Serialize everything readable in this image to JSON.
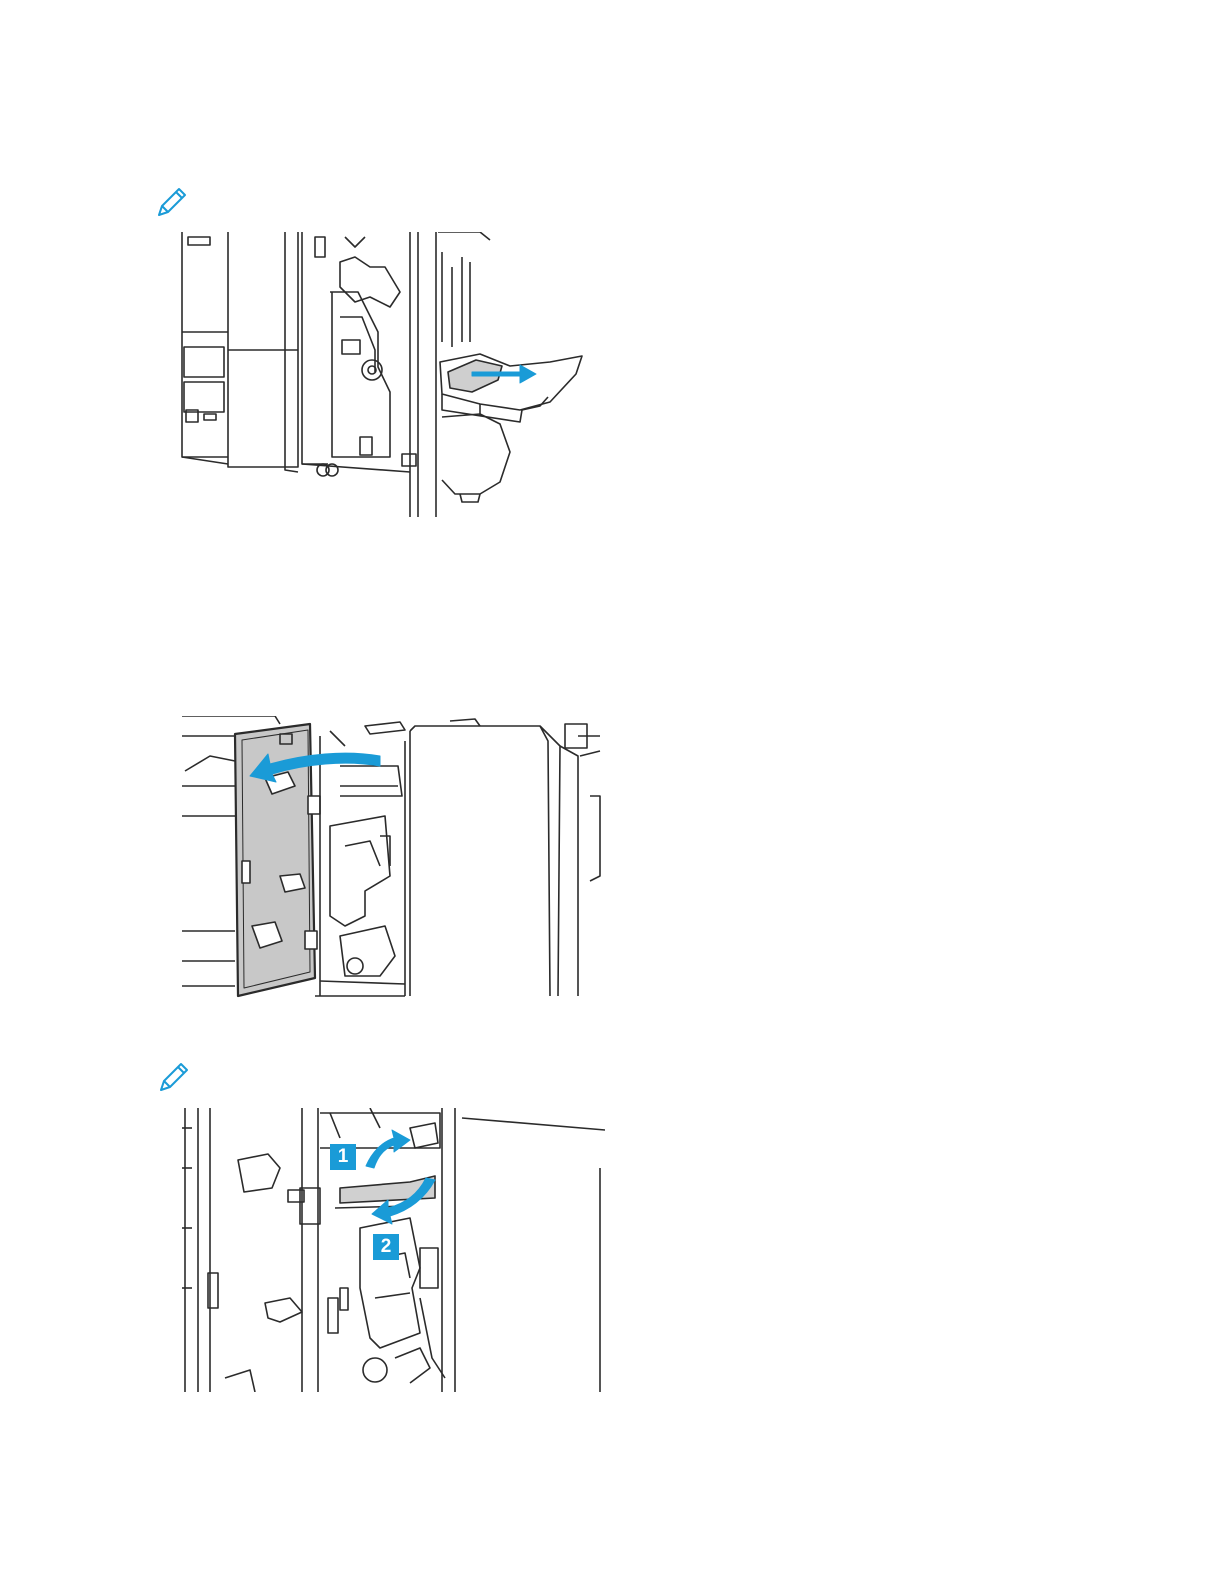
{
  "page": {
    "notes": [
      {
        "icon": "pencil-note-icon"
      },
      {
        "icon": "pencil-note-icon"
      }
    ],
    "figures": [
      {
        "name": "figure-remove-paper-from-tray",
        "arrow": "pull-out"
      },
      {
        "name": "figure-open-front-door",
        "arrow": "open-left"
      },
      {
        "name": "figure-lever-steps",
        "steps": [
          {
            "label": "1"
          },
          {
            "label": "2"
          }
        ]
      }
    ],
    "colors": {
      "accent": "#1a9bd7",
      "line": "#2b2b2b",
      "panel": "#c8c8c8"
    }
  }
}
